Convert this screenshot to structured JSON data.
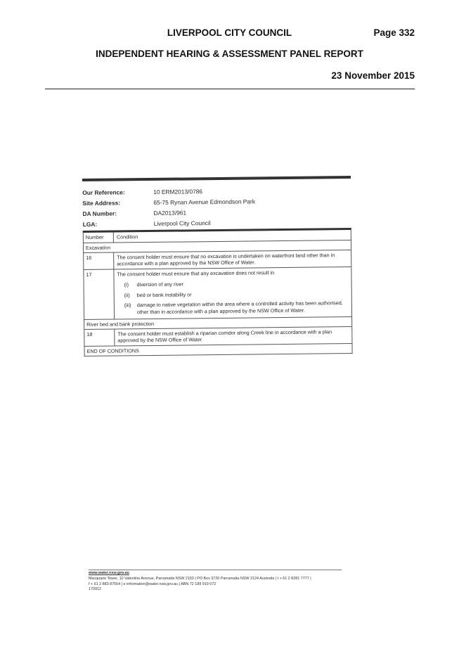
{
  "header": {
    "council": "LIVERPOOL CITY COUNCIL",
    "page": "Page 332",
    "report_title": "INDEPENDENT HEARING & ASSESSMENT PANEL REPORT",
    "date": "23 November 2015"
  },
  "reference": [
    {
      "label": "Our Reference:",
      "value": "10 ERM2013/0786"
    },
    {
      "label": "Site Address:",
      "value": "65-75 Rynan Avenue Edmondson Park"
    },
    {
      "label": "DA Number:",
      "value": "DA2013/961"
    },
    {
      "label": "LGA:",
      "value": "Liverpool City Council"
    }
  ],
  "conditions": {
    "col_number": "Number",
    "col_condition": "Condition",
    "section_excavation": "Excavation",
    "c16_number": "16",
    "c16_text": "The consent holder must ensure that no excavation is undertaken on waterfront land other than in accordance with a plan approved by the NSW Office of Water.",
    "c17_number": "17",
    "c17_text": "The consent holder must ensure that any excavation does not result in",
    "c17_items": [
      {
        "num": "(i)",
        "text": "diversion of any river"
      },
      {
        "num": "(ii)",
        "text": "bed or bank instability or"
      },
      {
        "num": "(iii)",
        "text": "damage to native vegetation within the area where a controlled activity has been authorised, other than in accordance with a plan approved by the NSW Office of Water."
      }
    ],
    "section_river": "River bed and bank protection",
    "c18_number": "18",
    "c18_text": "The consent holder must establish a riparian corridor along Creek line in accordance with a plan approved by the NSW Office of Water.",
    "end": "END OF CONDITIONS"
  },
  "footer": {
    "url": "www.water.nsw.gov.au",
    "line1": "Macquarie Tower, 10 Valentine Avenue, Parramatta NSW 2150 | PO Box 3720 Parramatta NSW 2124 Australia | t + 61 2 8281 7777 |",
    "line2": "f + 61 2 883 87554 | e information@water.nsw.gov.au | ABN 72 189 919 072",
    "code": "170912"
  }
}
